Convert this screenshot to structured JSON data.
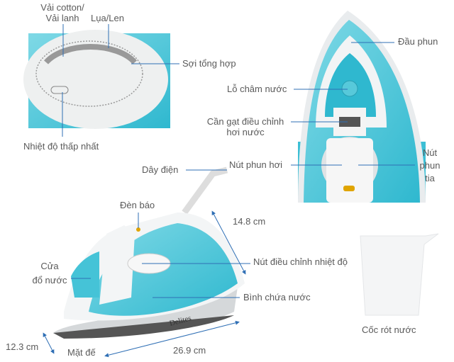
{
  "dial_labels": {
    "cotton_line1": "Vải cotton/",
    "cotton_line2": "Vải lanh",
    "silk_wool": "Lụa/Len",
    "synthetic": "Sợi tổng hợp",
    "lowest_temp": "Nhiệt độ thấp nhất"
  },
  "top_view_labels": {
    "nozzle": "Đầu phun",
    "water_inlet": "Lỗ châm nước",
    "steam_lever_line1": "Cần gạt điều chỉnh",
    "steam_lever_line2": "hơi nước",
    "steam_button": "Nút phun hơi",
    "spray_line1": "Nút",
    "spray_line2": "phun",
    "spray_line3": "tia"
  },
  "side_view_labels": {
    "power_cord": "Dây điện",
    "indicator_light": "Đèn báo",
    "height": "14.8 cm",
    "fill_door_line1": "Cửa",
    "fill_door_line2": "đổ nước",
    "temp_dial": "Nút điều chỉnh nhiệt độ",
    "water_tank": "Bình chứa nước",
    "width": "12.3 cm",
    "soleplate": "Mặt đế",
    "length": "26.9 cm",
    "brand": "Delites"
  },
  "cup_label": "Cốc rót nước",
  "colors": {
    "accent": "#3fc1d6",
    "line": "#2f6fb5",
    "text": "#5a5a5a"
  }
}
